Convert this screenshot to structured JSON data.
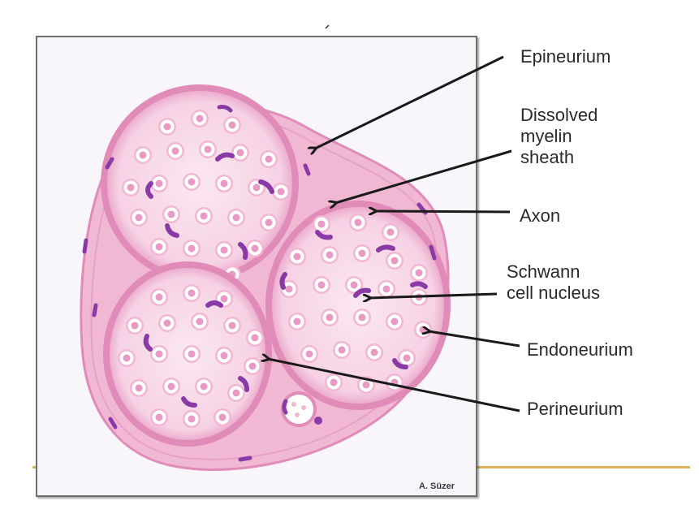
{
  "figure": {
    "subject": "Peripheral nerve cross-section",
    "credit": "A. Süzer",
    "colors": {
      "tissue_pink": "#e89ac4",
      "tissue_light": "#f6cfe2",
      "nucleus_purple": "#8a3aa6",
      "rule_gold": "#d9b25a",
      "arrow": "#1a1a1a",
      "frame": "#6e6e6e"
    }
  },
  "labels": [
    {
      "id": "epineurium",
      "text": "Epineurium"
    },
    {
      "id": "dissolved-myelin-sheath",
      "text": "Dissolved\nmyelin\nsheath"
    },
    {
      "id": "axon",
      "text": "Axon"
    },
    {
      "id": "schwann-cell-nucleus",
      "text": "Schwann\ncell nucleus"
    },
    {
      "id": "endoneurium",
      "text": "Endoneurium"
    },
    {
      "id": "perineurium",
      "text": "Perineurium"
    }
  ]
}
